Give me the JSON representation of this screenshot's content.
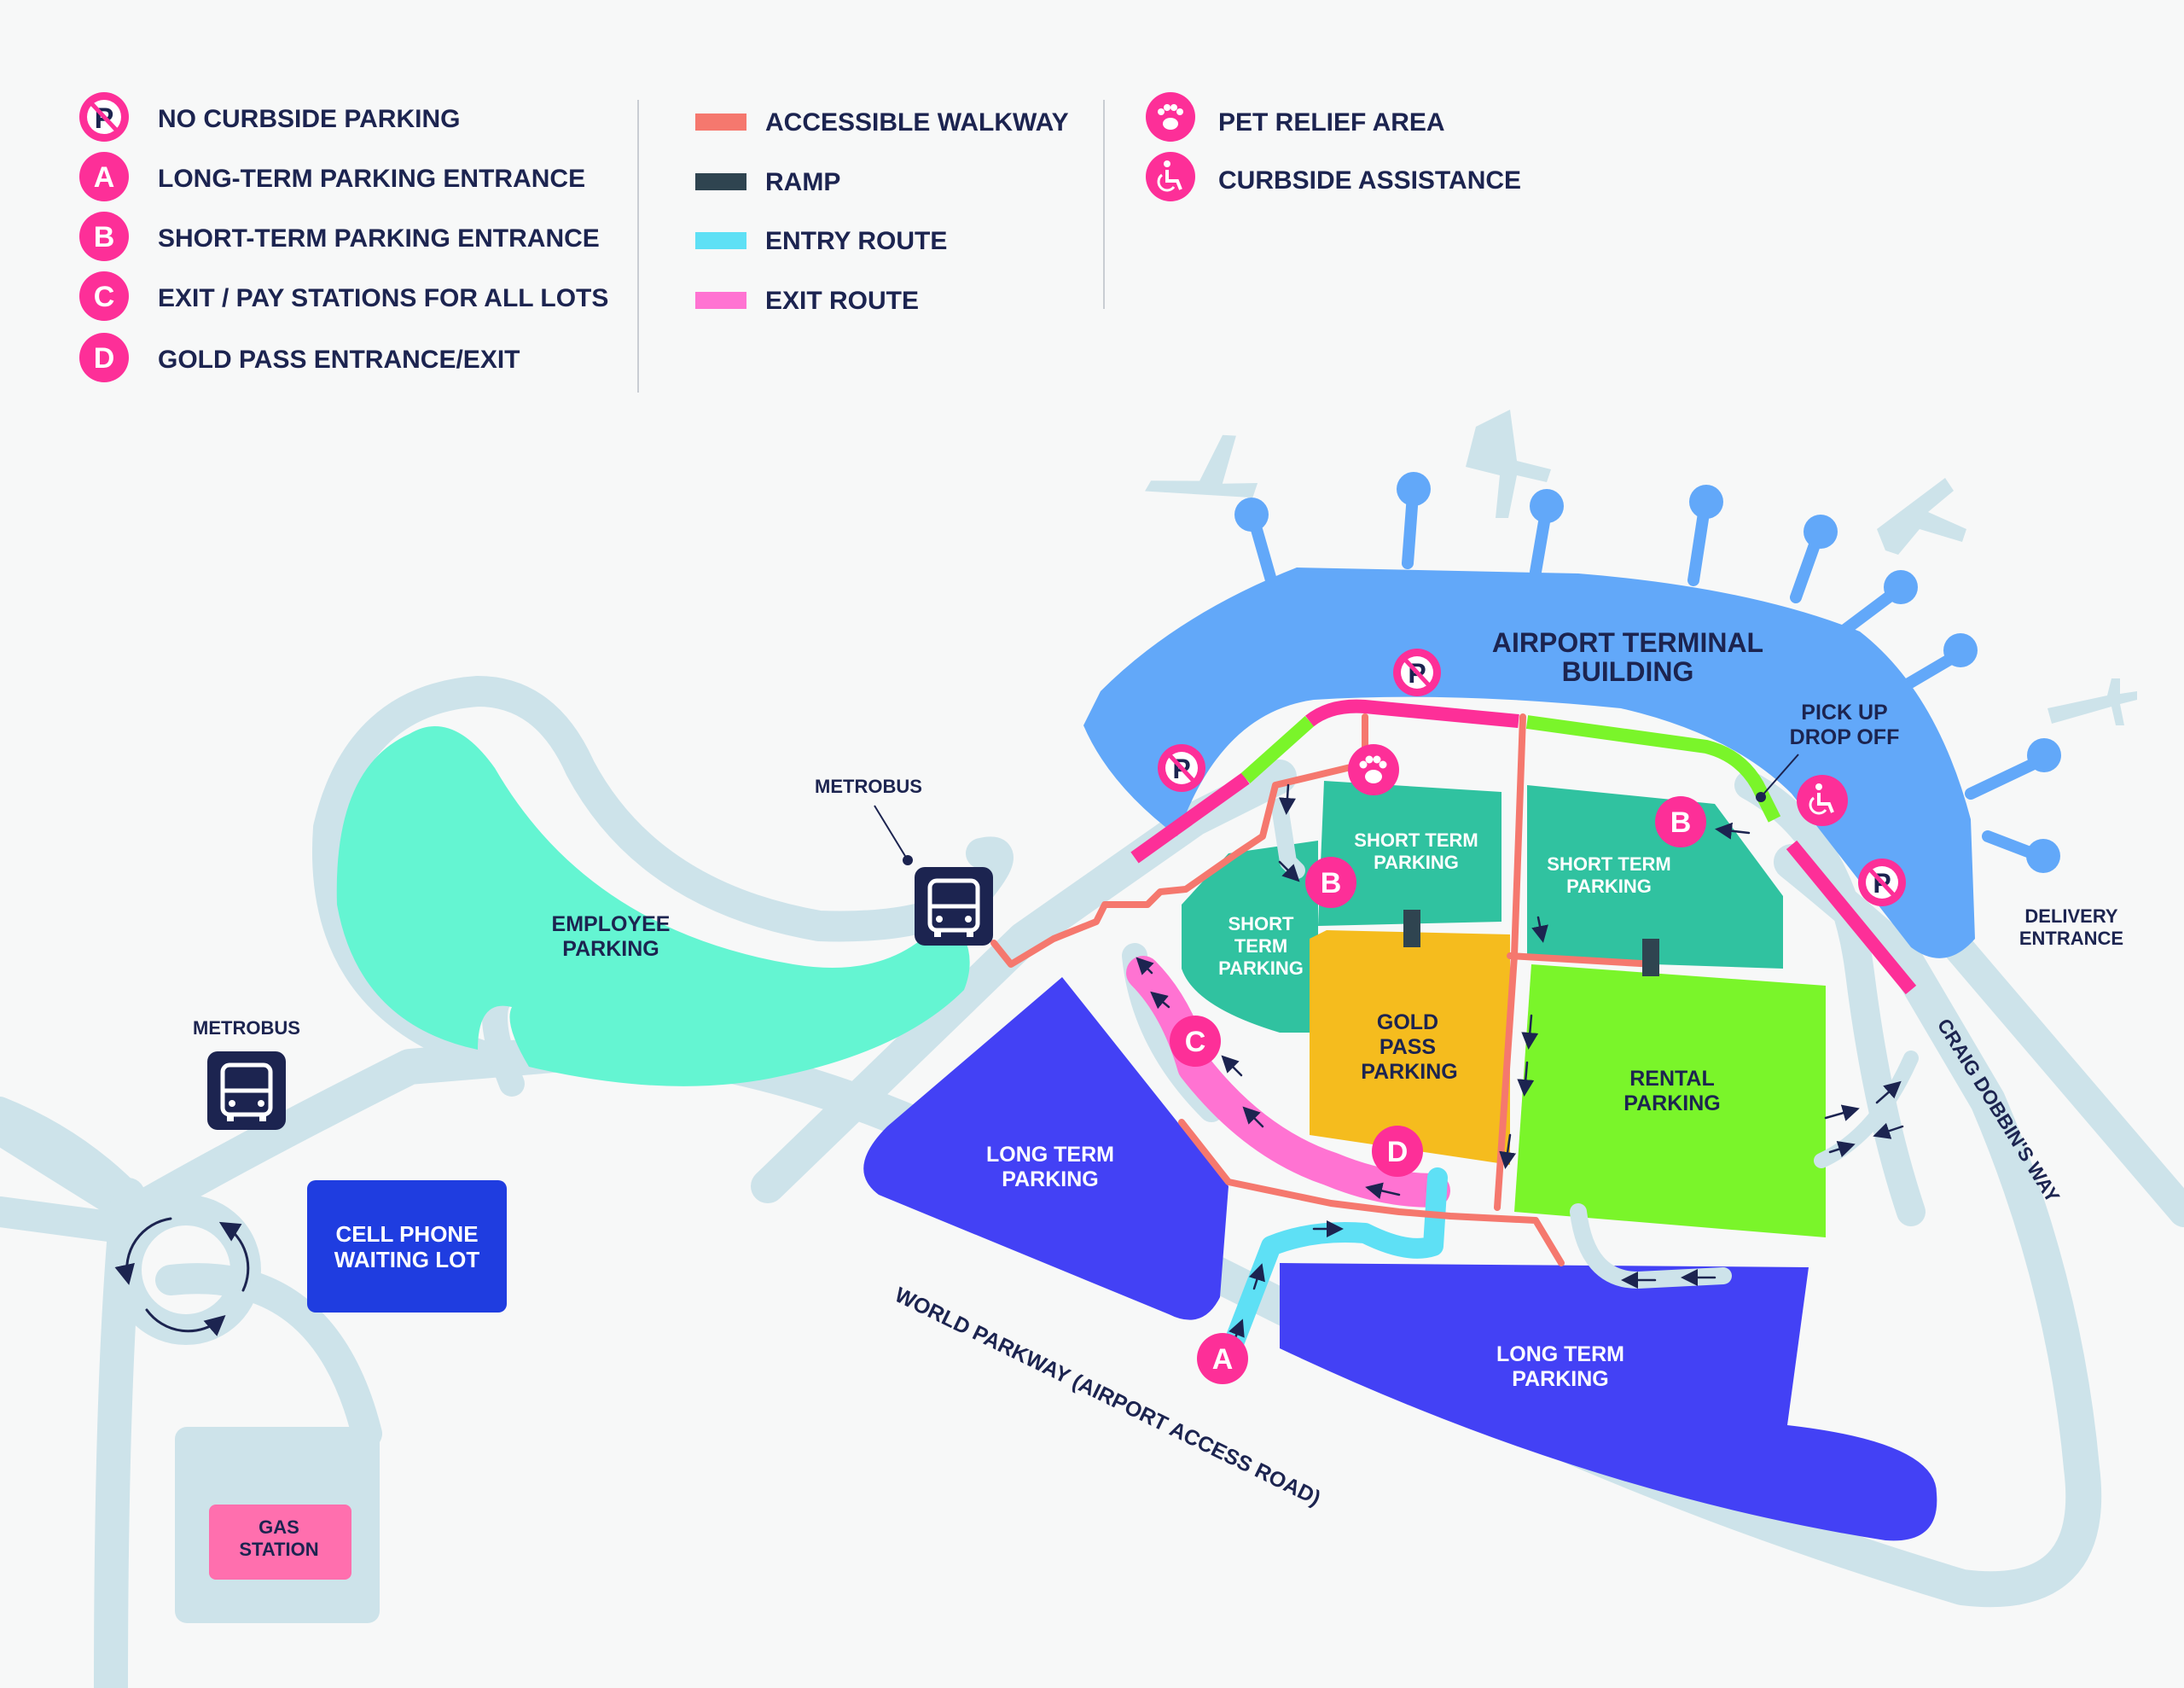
{
  "legend": {
    "markers": [
      {
        "key": "no-parking",
        "label": "NO CURBSIDE PARKING"
      },
      {
        "key": "A",
        "label": "LONG-TERM PARKING ENTRANCE"
      },
      {
        "key": "B",
        "label": "SHORT-TERM PARKING ENTRANCE"
      },
      {
        "key": "C",
        "label": "EXIT / PAY STATIONS FOR ALL LOTS"
      },
      {
        "key": "D",
        "label": "GOLD PASS ENTRANCE/EXIT"
      }
    ],
    "routes": [
      {
        "label": "ACCESSIBLE WALKWAY",
        "color": "#f5786e"
      },
      {
        "label": "RAMP",
        "color": "#2f4450"
      },
      {
        "label": "ENTRY ROUTE",
        "color": "#5ee0f5"
      },
      {
        "label": "EXIT ROUTE",
        "color": "#ff73d2"
      }
    ],
    "services": [
      {
        "icon": "paw-icon",
        "label": "PET RELIEF AREA"
      },
      {
        "icon": "wheelchair-icon",
        "label": "CURBSIDE ASSISTANCE"
      }
    ]
  },
  "badges": {
    "a": "A",
    "b": "B",
    "c": "C",
    "d": "D"
  },
  "areas": {
    "terminal_l1": "AIRPORT TERMINAL",
    "terminal_l2": "BUILDING",
    "pickup_l1": "PICK UP",
    "pickup_l2": "DROP OFF",
    "delivery_l1": "DELIVERY",
    "delivery_l2": "ENTRANCE",
    "employee_l1": "EMPLOYEE",
    "employee_l2": "PARKING",
    "metrobus": "METROBUS",
    "cell_l1": "CELL PHONE",
    "cell_l2": "WAITING LOT",
    "gas_l1": "GAS",
    "gas_l2": "STATION",
    "short_l1": "SHORT TERM",
    "short_l2": "PARKING",
    "short3_l1": "SHORT",
    "short3_l2": "TERM",
    "short3_l3": "PARKING",
    "gold_l1": "GOLD",
    "gold_l2": "PASS",
    "gold_l3": "PARKING",
    "rental_l1": "RENTAL",
    "rental_l2": "PARKING",
    "long_l1": "LONG TERM",
    "long_l2": "PARKING"
  },
  "roads": {
    "world_parkway": "WORLD PARKWAY (AIRPORT ACCESS ROAD)",
    "craig": "CRAIG DOBBIN'S WAY"
  },
  "colors": {
    "road": "#cde3ea",
    "terminal": "#62a8f9",
    "employee": "#64f5d2",
    "short": "#30c2a0",
    "gold": "#f5bc1e",
    "rental": "#7af52a",
    "long": "#4341f5",
    "cell": "#1f3de0",
    "gas": "#ff6fae",
    "navy": "#1c2450",
    "pink": "#fd2f98",
    "walk": "#f5786e",
    "entry": "#5ee0f5",
    "exit": "#ff73d2",
    "ramp": "#2f4450",
    "curb_green": "#7af52a"
  }
}
